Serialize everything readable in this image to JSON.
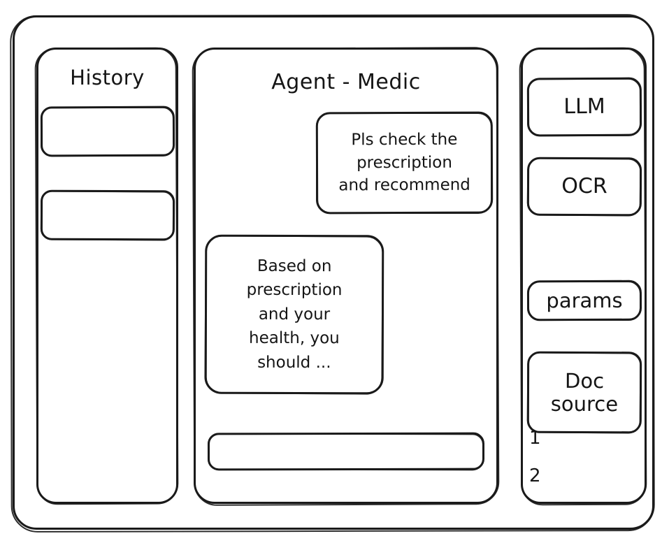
{
  "window": {
    "frame_label": "app-window"
  },
  "history": {
    "title": "History",
    "items": [
      {
        "label": ""
      },
      {
        "label": ""
      }
    ]
  },
  "agent": {
    "title": "Agent - Medic",
    "messages": [
      {
        "role": "user",
        "text": "Pls check the\nprescription\nand recommend"
      },
      {
        "role": "assistant",
        "text": "Based on\nprescription\nand your\nhealth, you\nshould ..."
      }
    ],
    "composer": {
      "value": "",
      "placeholder": ""
    }
  },
  "tools": {
    "buttons": [
      {
        "label": "LLM"
      },
      {
        "label": "OCR"
      },
      {
        "label": "params"
      },
      {
        "label": "Doc\nsource"
      }
    ],
    "doc_refs": [
      "1",
      "2"
    ]
  },
  "colors": {
    "stroke": "#1a1a1a",
    "background": "#ffffff",
    "text": "#151515"
  }
}
